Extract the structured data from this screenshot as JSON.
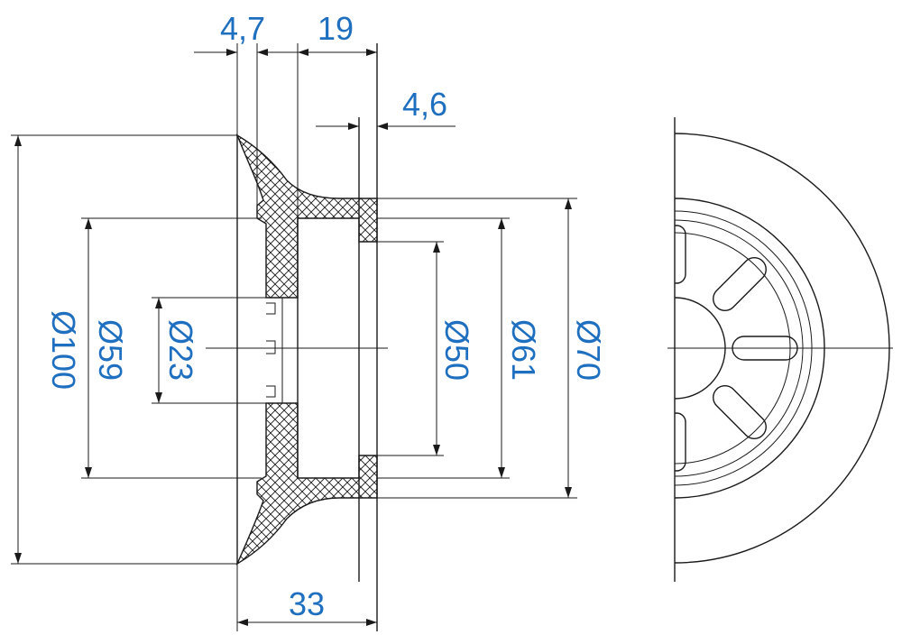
{
  "colors": {
    "line": "#1a1a1a",
    "dimension_text": "#1f6fc0",
    "background": "#ffffff"
  },
  "dimensions": {
    "flange_thickness": "4,7",
    "neck_length": "19",
    "ring_thickness": "4,6",
    "outer_diameter": "Ø100",
    "recess_diameter": "Ø59",
    "hub_diameter": "Ø23",
    "bore_diameter": "Ø50",
    "ring_inner_diameter": "Ø61",
    "ring_outer_diameter": "Ø70",
    "overall_length": "33"
  }
}
